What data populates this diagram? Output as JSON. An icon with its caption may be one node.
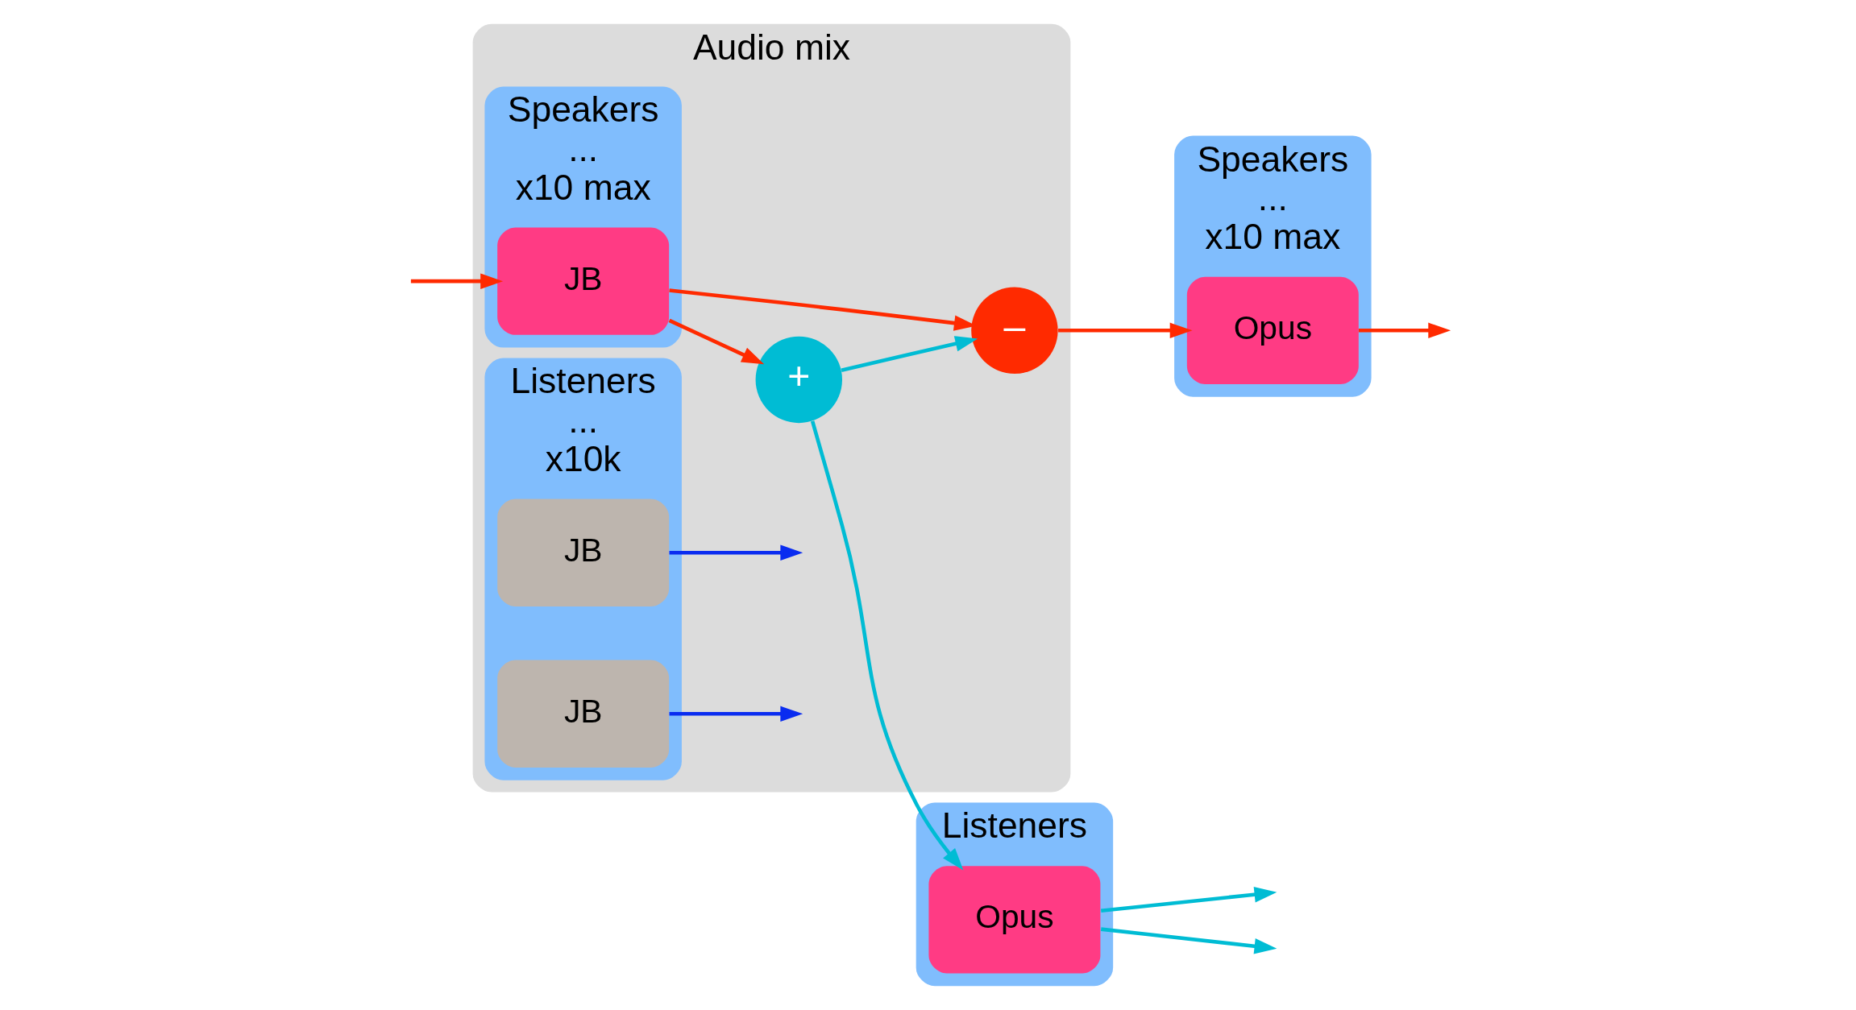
{
  "diagram": {
    "nodes": [
      {
        "text": [
          "Audio mix"
        ]
      },
      {
        "text": [
          "Speakers",
          "...",
          "x10 max"
        ],
        "in": 0
      },
      {
        "text": [
          "JB"
        ],
        "in": 1
      },
      {
        "text": [
          "Listeners",
          "...",
          "x10k"
        ],
        "in": 0
      },
      {
        "text": [
          "JB"
        ],
        "in": 3
      },
      {
        "text": [
          "JB"
        ],
        "in": 3
      },
      {
        "text": [
          "–"
        ],
        "in": 0
      },
      {
        "text": [
          "+"
        ],
        "in": 0
      },
      {
        "text": [
          "Speakers",
          "...",
          "x10 max"
        ]
      },
      {
        "text": [
          "Opus"
        ],
        "in": 8
      },
      {
        "text": [
          "Listeners"
        ]
      },
      {
        "text": [
          "Opus"
        ],
        "in": 10
      }
    ],
    "edges": [
      {
        "from": null,
        "to": 2,
        "arrow": "to",
        "color": "#ff2a00"
      },
      {
        "from": 2,
        "to": 6,
        "arrow": "to",
        "color": "#ff2a00"
      },
      {
        "from": 2,
        "to": 7,
        "arrow": "to",
        "color": "#ff2a00"
      },
      {
        "from": 7,
        "to": 6,
        "arrow": "to",
        "color": "#00bcd4"
      },
      {
        "from": 7,
        "to": 11,
        "arrow": "to",
        "color": "#00bcd4"
      },
      {
        "from": 6,
        "to": 9,
        "arrow": "to",
        "color": "#ff2a00"
      },
      {
        "from": 9,
        "to": null,
        "arrow": "to",
        "color": "#ff2a00"
      },
      {
        "from": 11,
        "to": null,
        "arrow": "to",
        "color": "#00bcd4"
      },
      {
        "from": 11,
        "to": null,
        "arrow": "to",
        "color": "#00bcd4"
      },
      {
        "from": 4,
        "to": null,
        "arrow": "to",
        "color": "#0a2cf0"
      },
      {
        "from": 5,
        "to": null,
        "arrow": "to",
        "color": "#0a2cf0"
      }
    ]
  }
}
